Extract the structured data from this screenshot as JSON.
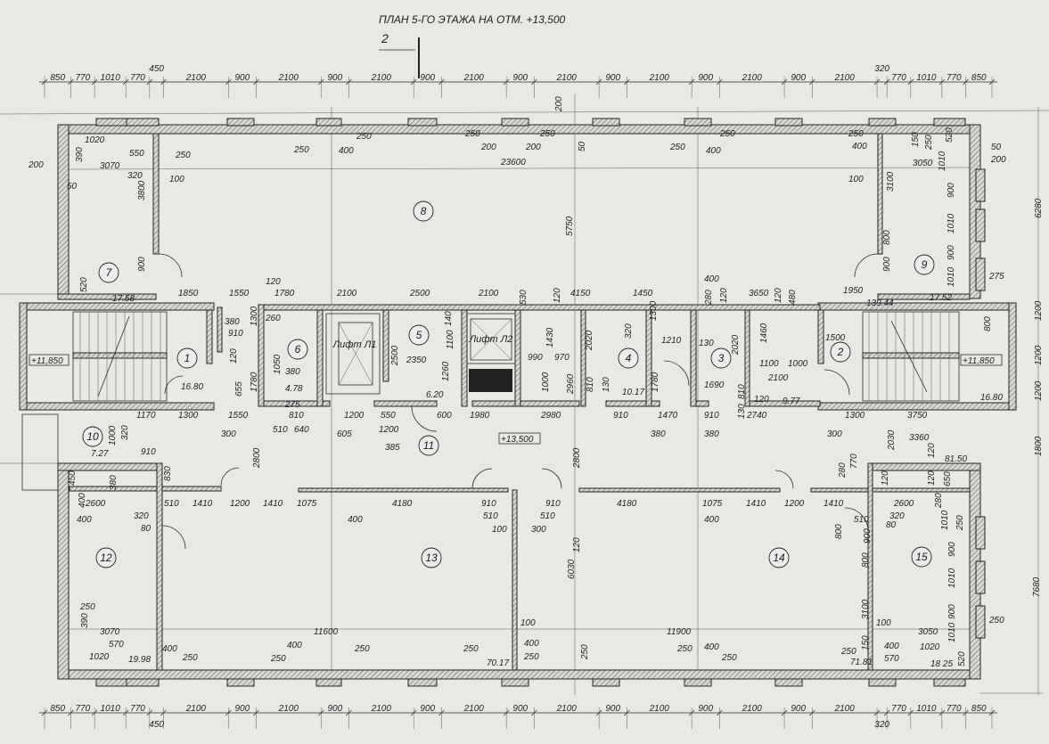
{
  "title": "ПЛАН 5-ГО ЭТАЖА НА ОТМ. +13,500",
  "section_mark": "2",
  "rooms": [
    "1",
    "2",
    "3",
    "4",
    "5",
    "6",
    "7",
    "8",
    "9",
    "10",
    "11",
    "12",
    "13",
    "14",
    "15"
  ],
  "lifts": [
    "Лифт Л1",
    "Лифт Л2"
  ],
  "elevations": [
    "+11,850",
    "+11,850",
    "+13,500"
  ],
  "top_chain": [
    "850",
    "770",
    "1010",
    "770",
    "450",
    "2100",
    "900",
    "2100",
    "900",
    "2100",
    "900",
    "2100",
    "900",
    "2100",
    "900",
    "2100",
    "900",
    "2100",
    "900",
    "2100",
    "320",
    "770",
    "1010",
    "770",
    "850"
  ],
  "bottom_chain": [
    "850",
    "770",
    "1010",
    "770",
    "450",
    "2100",
    "900",
    "2100",
    "900",
    "2100",
    "900",
    "2100",
    "900",
    "2100",
    "900",
    "2100",
    "900",
    "2100",
    "900",
    "2100",
    "320",
    "770",
    "1010",
    "770",
    "850"
  ],
  "misc_dims": [
    "1020",
    "390",
    "550",
    "250",
    "3070",
    "200",
    "50",
    "320",
    "100",
    "3800",
    "250",
    "400",
    "250",
    "250",
    "200",
    "200",
    "250",
    "23600",
    "200",
    "50",
    "250",
    "400",
    "250",
    "250",
    "400",
    "150",
    "250",
    "520",
    "50",
    "200",
    "3050",
    "1010",
    "100",
    "3100",
    "900",
    "1010",
    "900",
    "800",
    "900",
    "1010",
    "275",
    "6280",
    "5750",
    "900",
    "520",
    "17.58",
    "17.52",
    "139.44",
    "1850",
    "1550",
    "120",
    "1780",
    "2100",
    "2500",
    "2100",
    "530",
    "120",
    "4150",
    "1450",
    "280",
    "120",
    "3650",
    "120",
    "480",
    "1950",
    "400",
    "1200",
    "1200",
    "1200",
    "1800",
    "7680",
    "1170",
    "1300",
    "1550",
    "810",
    "1200",
    "550",
    "600",
    "1980",
    "2980",
    "910",
    "1470",
    "910",
    "2740",
    "1300",
    "3750",
    "300",
    "510",
    "640",
    "605",
    "1200",
    "380",
    "380",
    "300",
    "385",
    "2800",
    "2800",
    "120",
    "6030",
    "7.27",
    "910",
    "1000",
    "320",
    "830",
    "2030",
    "3360",
    "120",
    "81.50",
    "280",
    "770",
    "120",
    "120",
    "650",
    "2600",
    "510",
    "1410",
    "1200",
    "1410",
    "1075",
    "4180",
    "910",
    "910",
    "4180",
    "1075",
    "1410",
    "1200",
    "1410",
    "2600",
    "450",
    "380",
    "400",
    "400",
    "320",
    "80",
    "400",
    "510",
    "100",
    "300",
    "510",
    "400",
    "320",
    "80",
    "510",
    "800",
    "900",
    "280",
    "1010",
    "250",
    "800",
    "900",
    "1010",
    "900",
    "1010",
    "3100",
    "100",
    "3050",
    "250",
    "1020",
    "570",
    "400",
    "18 25",
    "520",
    "71.81",
    "250",
    "150",
    "250",
    "390",
    "3070",
    "11600",
    "11900",
    "570",
    "1020",
    "19.98",
    "400",
    "250",
    "400",
    "250",
    "250",
    "250",
    "100",
    "400",
    "250",
    "70.17",
    "250",
    "400",
    "250",
    "250",
    "380",
    "910",
    "1300",
    "120",
    "1780",
    "655",
    "1050",
    "380",
    "4.78",
    "275",
    "2500",
    "2350",
    "1100",
    "140",
    "1260",
    "6.20",
    "990",
    "970",
    "1430",
    "1000",
    "2960",
    "2020",
    "810",
    "130",
    "320",
    "10.17",
    "1300",
    "1210",
    "1780",
    "130",
    "2020",
    "1690",
    "810",
    "130",
    "1100",
    "1000",
    "2100",
    "120",
    "9.77",
    "1500",
    "800",
    "16.80",
    "16.80",
    "1460",
    "260"
  ]
}
